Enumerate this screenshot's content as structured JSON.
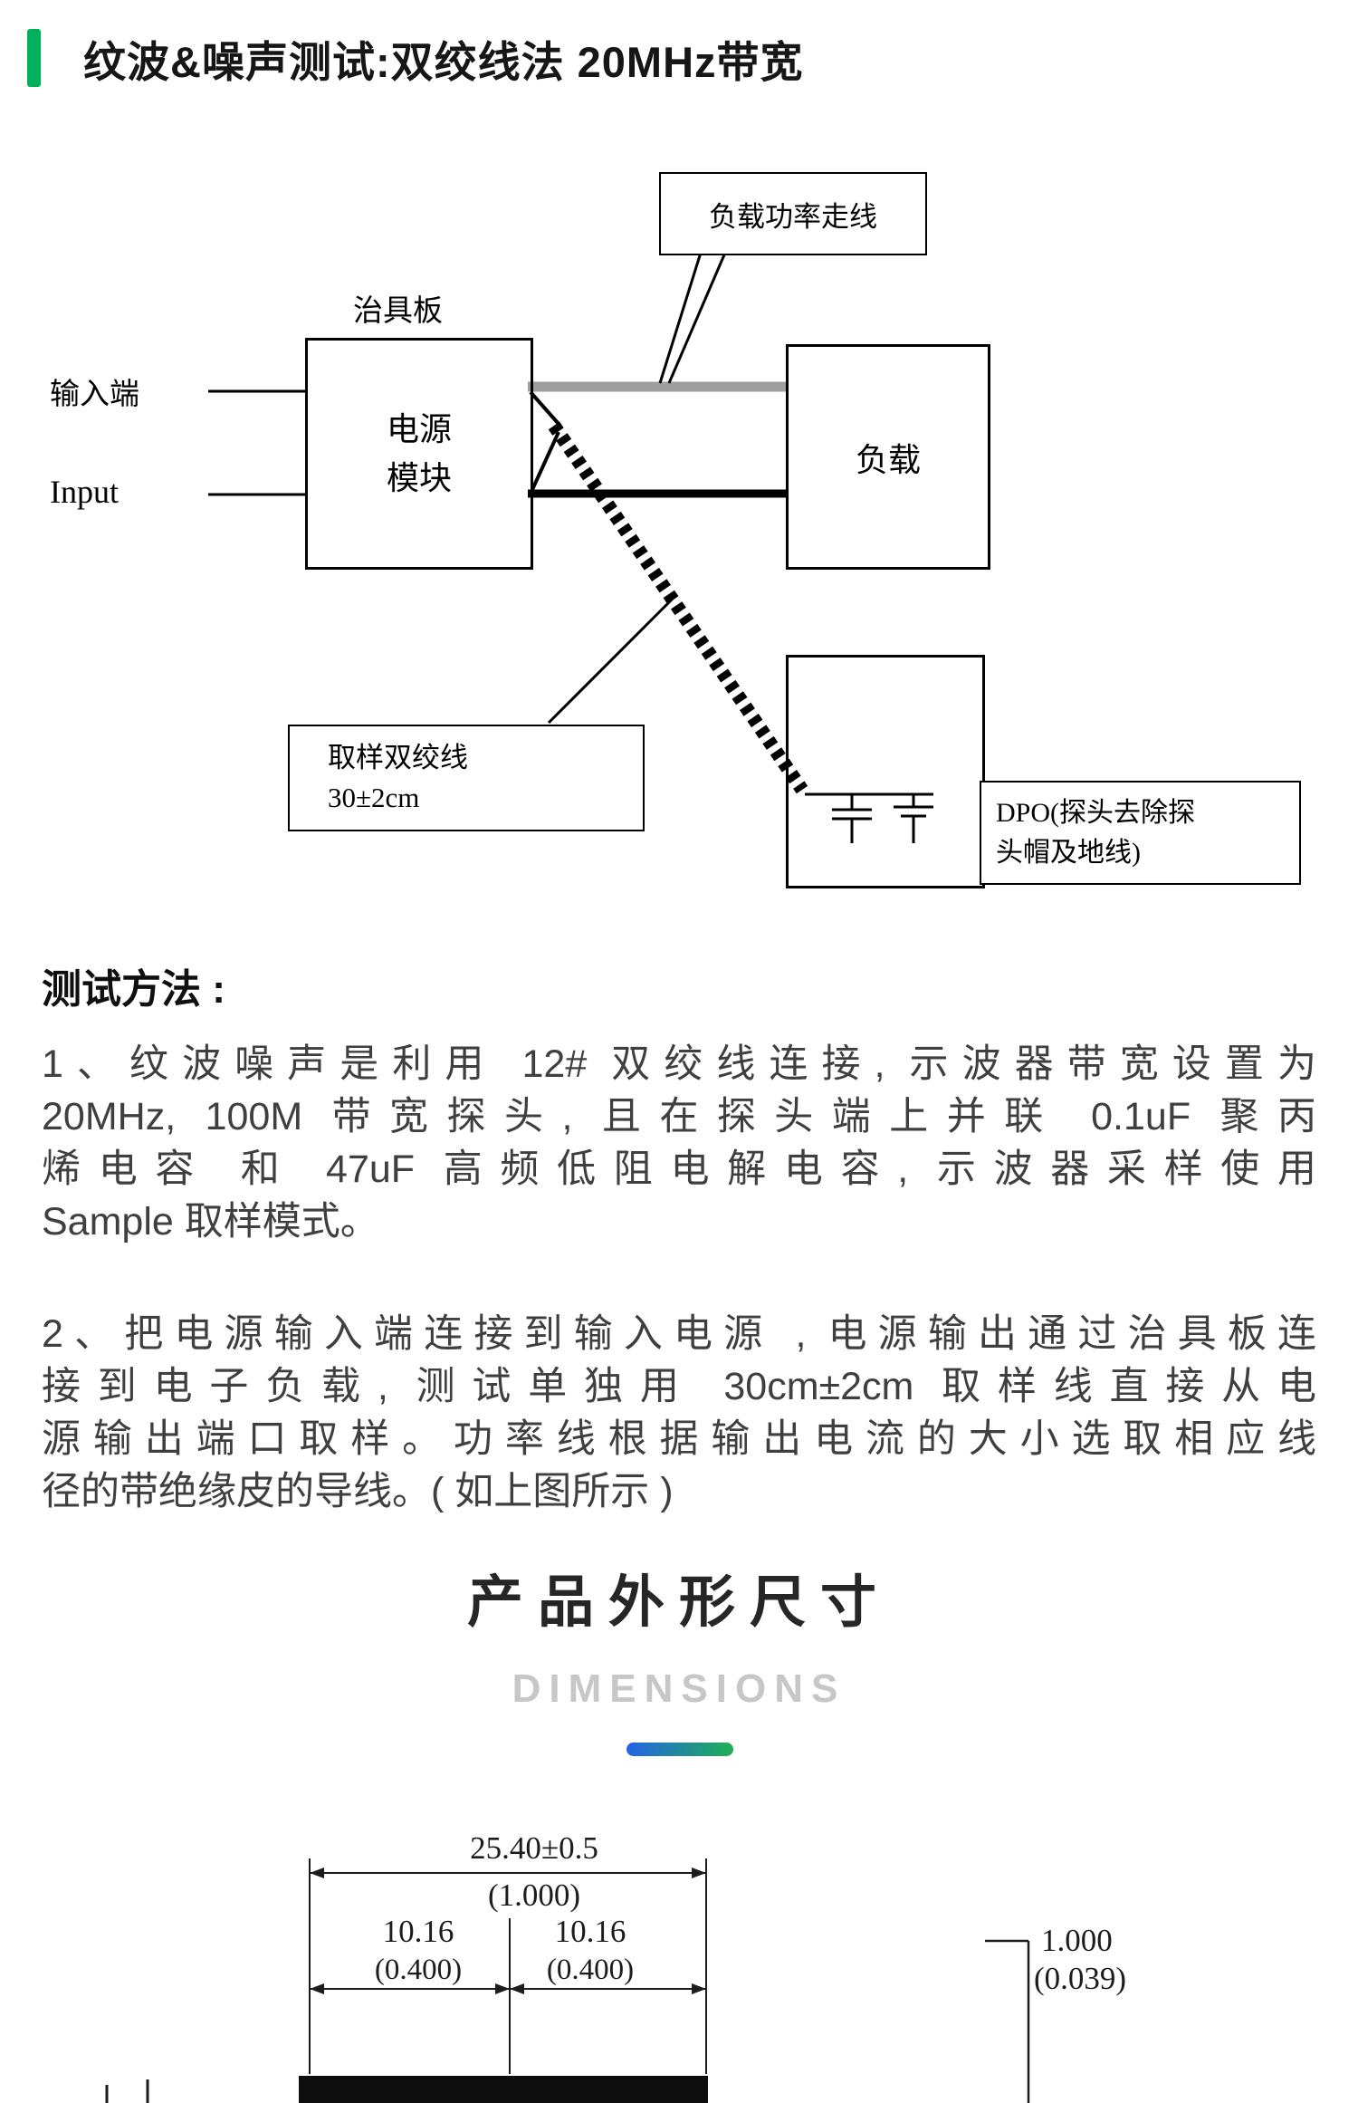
{
  "header": {
    "title": "纹波&噪声测试:双绞线法 20MHz带宽",
    "accent_color": "#00b15a"
  },
  "diagram": {
    "load_power_trace_label": "负载功率走线",
    "fixture_board_label": "治具板",
    "input_label_cn": "输入端",
    "input_label_en": "Input",
    "power_module": {
      "line1": "电源",
      "line2": "模块"
    },
    "load_label": "负载",
    "sample_wire": {
      "line1": "取样双绞线",
      "line2": "30±2cm"
    },
    "dpo_label": {
      "line1": "DPO(探头去除探",
      "line2": "头帽及地线)"
    }
  },
  "method": {
    "heading": "测试方法 :",
    "p1_lines": [
      "1、纹波噪声是利用 12# 双绞线连接, 示波器带宽设置为",
      "20MHz, 100M 带宽探头, 且在探头端上并联 0.1uF 聚丙",
      "烯电容 和 47uF 高频低阻电解电容, 示波器采样使用",
      "Sample 取样模式。"
    ],
    "p2_lines": [
      "2、把电源输入端连接到输入电源 , 电源输出通过治具板连",
      "接到电子负载, 测试单独用 30cm±2cm 取样线直接从电",
      "源输出端口取样。功率线根据输出电流的大小选取相应线",
      "径的带绝缘皮的导线。( 如上图所示 )"
    ]
  },
  "dimensions": {
    "title_cn": "产品外形尺寸",
    "title_en": "DIMENSIONS",
    "top_dim": {
      "mm": "25.40±0.5",
      "inch": "(1.000)"
    },
    "pitch_dims": [
      {
        "mm": "10.16",
        "inch": "(0.400)"
      },
      {
        "mm": "10.16",
        "inch": "(0.400)"
      }
    ],
    "side_dim": {
      "mm": "1.000",
      "inch": "(0.039)"
    },
    "underline_gradient": {
      "start": "#2563e6",
      "end": "#1fb053"
    }
  }
}
